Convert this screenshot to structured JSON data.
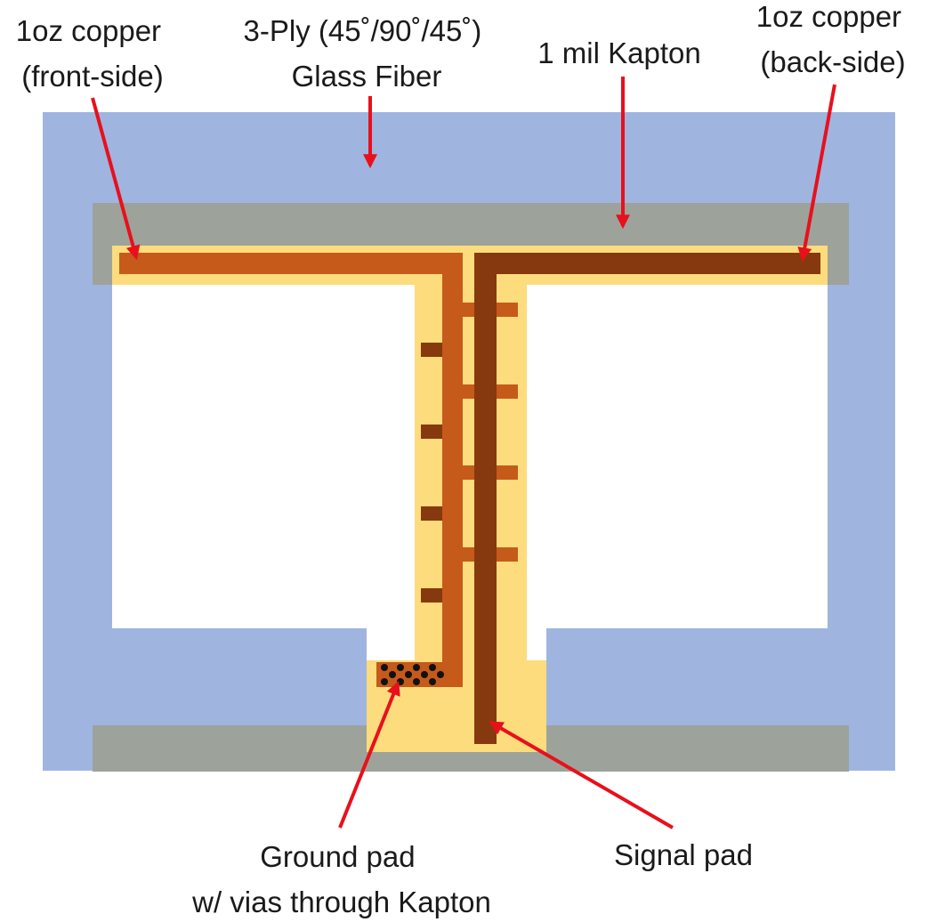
{
  "colors": {
    "glass_fiber": "#9fb5e0",
    "kapton_band": "#9da39b",
    "kapton_film": "#fcdc7c",
    "copper_front": "#c55a1b",
    "copper_back": "#86390e",
    "arrow": "#e8101c",
    "via_dot": "#111111"
  },
  "labels": {
    "copper_front": [
      "1oz copper",
      "(front-side)"
    ],
    "glass_fiber": [
      "3-Ply (45˚/90˚/45˚)",
      "Glass Fiber"
    ],
    "kapton": [
      "1 mil Kapton"
    ],
    "copper_back": [
      "1oz copper",
      "(back-side)"
    ],
    "ground_pad": [
      "Ground pad",
      "w/ vias through Kapton"
    ],
    "signal_pad": [
      "Signal pad"
    ]
  }
}
